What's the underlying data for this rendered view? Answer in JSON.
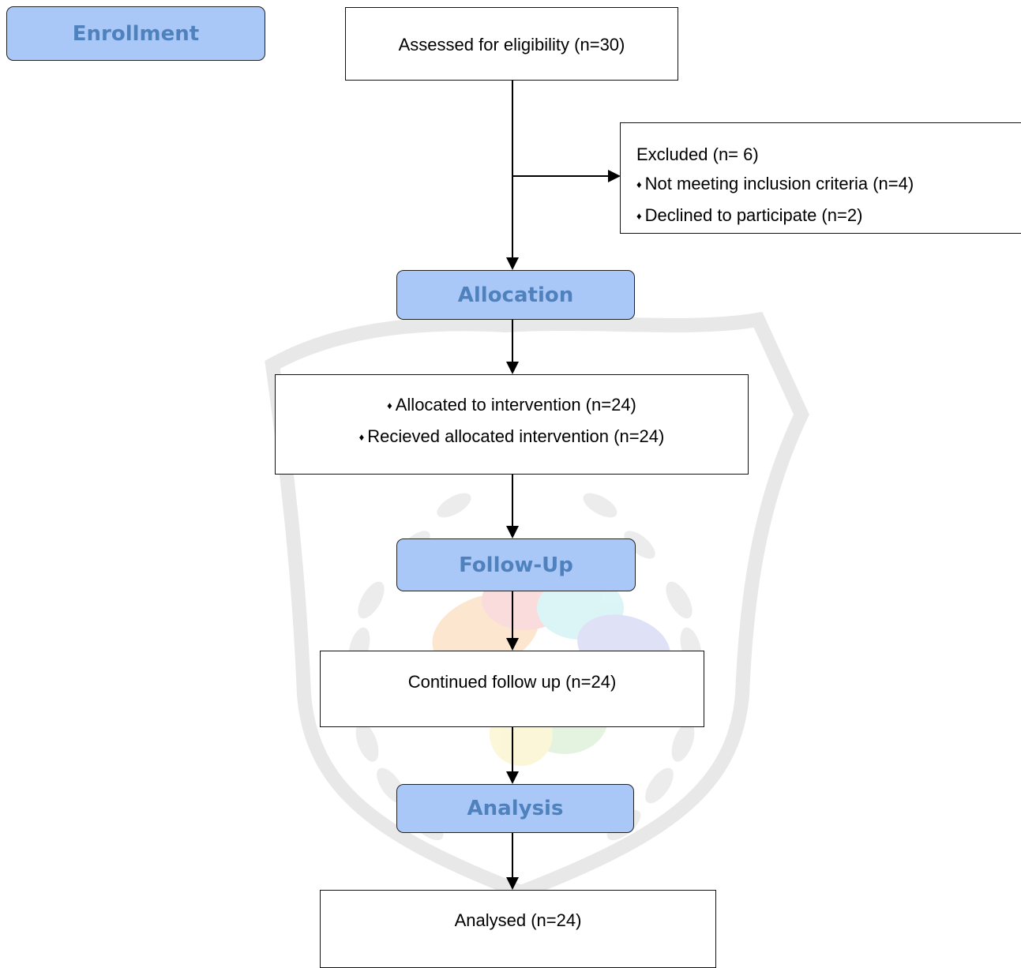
{
  "stages": {
    "enrollment": "Enrollment",
    "allocation": "Allocation",
    "follow_up": "Follow-Up",
    "analysis": "Analysis"
  },
  "boxes": {
    "assessed": "Assessed for eligibility (n=30)",
    "excluded": {
      "title": "Excluded (n= 6)",
      "items": [
        "Not meeting inclusion criteria (n=4)",
        "Declined to participate (n=2)"
      ]
    },
    "allocated": [
      "Allocated to intervention (n=24)",
      "Recieved allocated intervention (n=24)"
    ],
    "continued": "Continued follow up (n=24)",
    "analysed": "Analysed (n=24)"
  },
  "bullet_glyph": "♦",
  "colors": {
    "stage_fill": "#a9c8f8",
    "stage_text": "#4f81bd",
    "border": "#111111",
    "watermark": "#e3e3e3"
  }
}
